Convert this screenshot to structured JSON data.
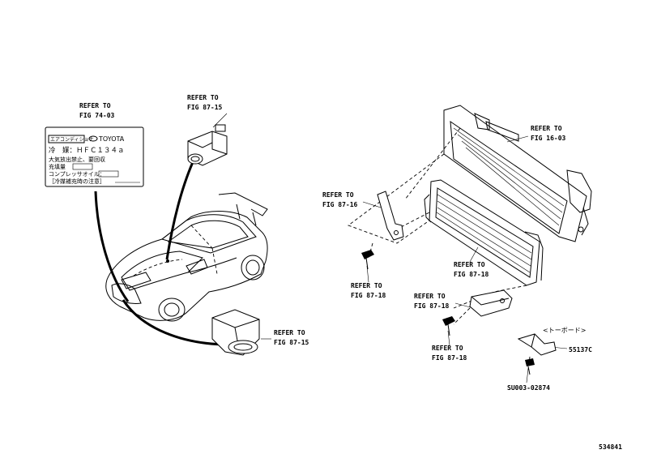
{
  "callouts": {
    "ref_label_top": {
      "line1": "REFER TO",
      "line2": "FIG 74-03"
    },
    "ref_sensor_top": {
      "line1": "REFER TO",
      "line2": "FIG 87-15"
    },
    "ref_radiator": {
      "line1": "REFER TO",
      "line2": "FIG 16-03"
    },
    "ref_bracket_left": {
      "line1": "REFER TO",
      "line2": "FIG 87-16"
    },
    "ref_bolt_left": {
      "line1": "REFER TO",
      "line2": "FIG 87-18"
    },
    "ref_condenser": {
      "line1": "REFER TO",
      "line2": "FIG 87-18"
    },
    "ref_bracket_right": {
      "line1": "REFER TO",
      "line2": "FIG 87-18"
    },
    "ref_bolt_right": {
      "line1": "REFER TO",
      "line2": "FIG 87-18"
    },
    "ref_sensor_bottom": {
      "line1": "REFER TO",
      "line2": "FIG 87-15"
    }
  },
  "part_numbers": {
    "bracket_part": "55137C",
    "clip_part": "SU003-02874",
    "bracket_note": "<トーボード>"
  },
  "warning_label": {
    "header": "エアコンディショナ",
    "brand": "TOYOTA",
    "row1": "冷　媒：ＨＦＣ１３４ａ",
    "row2": "大気放出禁止、要回収",
    "row3": "充填量",
    "row4": "コンプレッサオイル：",
    "row5": "［冷媒補充時の注意］"
  },
  "figure_id": "534841"
}
